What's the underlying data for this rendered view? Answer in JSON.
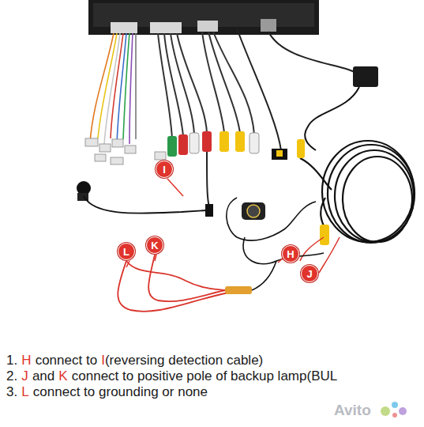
{
  "diagram": {
    "nodes": [
      {
        "text": [
          "I"
        ]
      },
      {
        "text": [
          "L"
        ]
      },
      {
        "text": [
          "K"
        ]
      },
      {
        "text": [
          "H"
        ]
      },
      {
        "text": [
          "J"
        ]
      }
    ],
    "labels": [
      "1.",
      "H",
      "connect to",
      "I",
      "(reversing detection cable)",
      "2.",
      "J",
      "and",
      "K",
      "connect to positive pole of backup lamp(BUL",
      "3.",
      "L",
      "connect to grounding or none",
      "Avito"
    ]
  }
}
